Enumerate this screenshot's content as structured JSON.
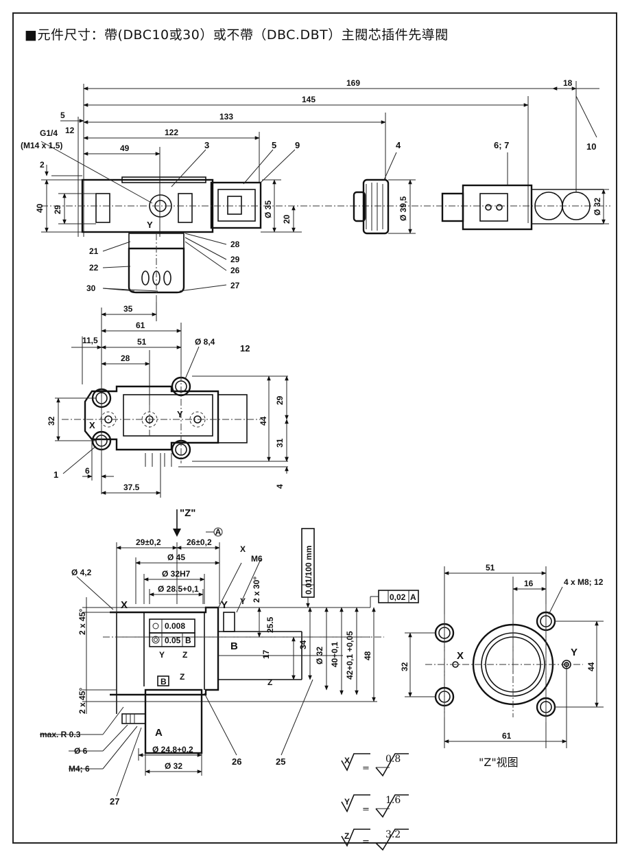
{
  "title": "■元件尺寸：帶(DBC10或30）或不帶（DBC.DBT）主閥芯插件先導閥",
  "top_view": {
    "dims": [
      "169",
      "18",
      "145",
      "5",
      "133",
      "12",
      "122",
      "49",
      "3",
      "5",
      "9",
      "4",
      "6; 7",
      "10",
      "2",
      "40",
      "29",
      "Ø 35",
      "20",
      "Ø 39,5",
      "Ø 32"
    ],
    "port_thread": [
      "G1/4",
      "(M14 x 1.5)"
    ],
    "port_label": "Y",
    "callouts": [
      "21",
      "22",
      "28",
      "29",
      "26",
      "30",
      "27"
    ]
  },
  "bottom_view": {
    "dims": [
      "35",
      "61",
      "11,5",
      "51",
      "Ø 8,4",
      "12",
      "28",
      "29",
      "32",
      "44",
      "31",
      "6",
      "37.5",
      "4"
    ],
    "ports": [
      "X",
      "Y"
    ],
    "callouts": [
      "1"
    ]
  },
  "section_view": {
    "view_label": "\"Z\"",
    "datum": "A",
    "dims": [
      "29±0,2",
      "26±0,2",
      "Ø 45",
      "Ø 32H7",
      "Ø 28.5+0,1",
      "Ø 4,2",
      "M6",
      "2 x 30°",
      "2 x 45°",
      "2 x 45°",
      "25.5",
      "17",
      "34",
      "Ø 32",
      "40+0,1",
      "42+0,1 +0,05",
      "48",
      "Ø 24,8+0.2",
      "Ø 32"
    ],
    "frames": [
      "0,01/100 mm",
      "0,02",
      "A",
      "0.008",
      "0.05",
      "B"
    ],
    "ports": [
      "X",
      "Y",
      "B",
      "A"
    ],
    "roughness_marks": [
      "Y",
      "Z",
      "Z",
      "Z",
      "Y",
      "X"
    ],
    "datum_box": "B",
    "leader_labels": [
      "max. R 0.3",
      "Ø 6",
      "M4; 6"
    ],
    "callouts": [
      "26",
      "25",
      "27"
    ]
  },
  "z_view": {
    "dims": [
      "51",
      "16",
      "4 x M8; 12",
      "32",
      "44",
      "61"
    ],
    "ports": [
      "X",
      "Y"
    ],
    "caption": "\"Z\"视图"
  },
  "roughness_legend": [
    {
      "symbol": "X",
      "value": "0.8"
    },
    {
      "symbol": "Y",
      "value": "1.6"
    },
    {
      "symbol": "Z",
      "value": "3.2"
    }
  ]
}
